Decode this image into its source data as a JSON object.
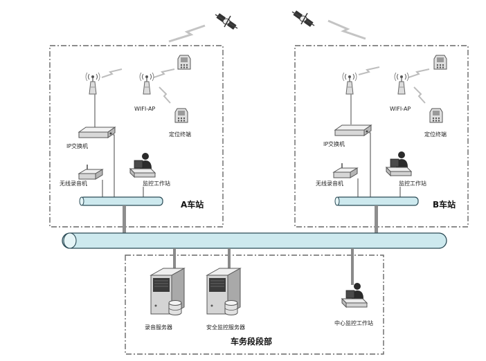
{
  "satellite_icon": "satellite-icon",
  "colors": {
    "bus": "#cde9ee",
    "bus_stroke": "#2a4a55",
    "cable": "#8a8a8a",
    "group_border": "#666666",
    "signal": "#c8c8c8"
  },
  "stations": [
    {
      "name": "A车站",
      "wifi_ap": "WIFI-AP",
      "locator": "定位终端",
      "ip_switch": "IP交换机",
      "recorder": "无线录音机",
      "monitor_station": "监控工作站"
    },
    {
      "name": "B车站",
      "wifi_ap": "WIFI-AP",
      "locator": "定位终端",
      "ip_switch": "IP交换机",
      "recorder": "无线录音机",
      "monitor_station": "监控工作站"
    }
  ],
  "headquarters": {
    "name": "车务段段部",
    "recording_server": "录音服务器",
    "security_server": "安全监控服务器",
    "center_station": "中心监控工作站"
  }
}
